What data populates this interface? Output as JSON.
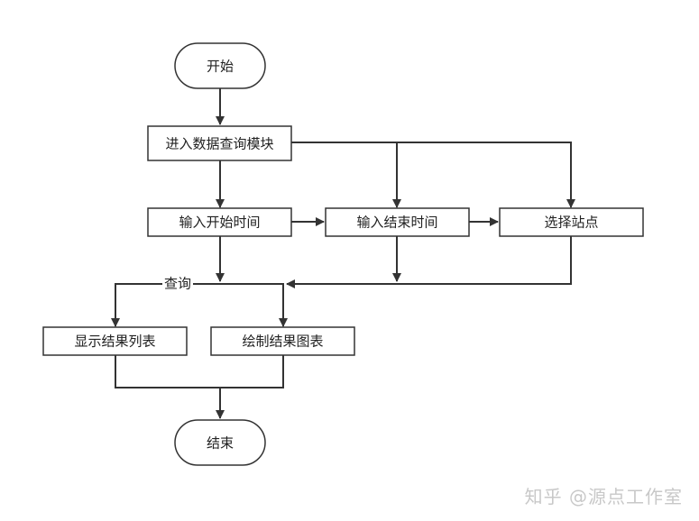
{
  "nodes": {
    "start": "开始",
    "enter_module": "进入数据查询模块",
    "input_start_time": "输入开始时间",
    "input_end_time": "输入结束时间",
    "select_station": "选择站点",
    "show_result_list": "显示结果列表",
    "draw_result_chart": "绘制结果图表",
    "end": "结束"
  },
  "edge_labels": {
    "query": "查询"
  },
  "watermark": "知乎 @源点工作室",
  "colors": {
    "stroke": "#333333",
    "text": "#222222",
    "watermark": "#c8c8c8",
    "background": "#ffffff"
  }
}
